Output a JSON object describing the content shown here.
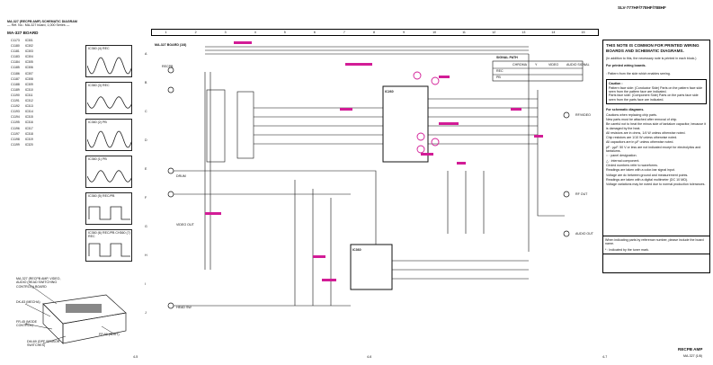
{
  "header": {
    "model_title": "SLV-777HF/778HF/788HF"
  },
  "left": {
    "section_title": "MA-327 (RECPB AMP) SCHEMATIC DIAGRAM",
    "subtitle": "— Ref. No.: MA-327 board, 1,000 Series —",
    "board_label": "MA-327 BOARD",
    "refs_col1": [
      "C1173",
      "C1180",
      "C1181",
      "C1183",
      "C1184",
      "C1185",
      "C1186",
      "C1187",
      "C1188",
      "C1189",
      "C1190",
      "C1191",
      "C1192",
      "C1193",
      "C1194",
      "C1195",
      "C1196",
      "C1197",
      "C1198",
      "C1199"
    ],
    "refs_col2": [
      "IC301",
      "IC302",
      "IC303",
      "IC304",
      "IC305",
      "IC306",
      "IC307",
      "IC308",
      "IC309",
      "IC310",
      "IC311",
      "IC312",
      "IC313",
      "IC314",
      "IC315",
      "IC316",
      "IC317",
      "IC318",
      "IC319",
      "IC320"
    ],
    "waveforms": [
      {
        "num": "1",
        "label": "IC360 (4) REC"
      },
      {
        "num": "2",
        "label": "IC360 (3) REC"
      },
      {
        "num": "3",
        "label": "IC360 (2) PB"
      },
      {
        "num": "4",
        "label": "IC360 (1) PB"
      },
      {
        "num": "5",
        "label": "IC360 (5) REC/PB"
      },
      {
        "num": "6",
        "label": "IC360 (6) REC/PB CH360 (7) REC"
      }
    ],
    "board_callouts": [
      "MA-327 (RECPB AMP, VIDEO, AUDIO (HEAD SWITCHING CONTROL)) BOARD",
      "DK-83 (MECHA)",
      "FR-45 (MODE CONTROL)",
      "DM-69 (DPF SENSOR SWITCHES)",
      "FP-99 (SLOT)"
    ],
    "row_letters": [
      "A",
      "B",
      "C",
      "D",
      "E",
      "F",
      "G",
      "H",
      "I",
      "J"
    ],
    "page_left": "4-5"
  },
  "schematic": {
    "board_title": "MA-327 BOARD (1/8)",
    "columns": [
      "1",
      "2",
      "3",
      "4",
      "5",
      "6",
      "7",
      "8",
      "9",
      "10",
      "11",
      "12",
      "13",
      "14",
      "15"
    ],
    "ic_main": "IC260",
    "ic_lower": "IC360",
    "signal_path_title": "SIGNAL PATH",
    "signal_path_cols": [
      "CHROMA",
      "Y",
      "VIDEO",
      "AUDIO SIGNAL"
    ],
    "signal_path_rows": [
      "REC",
      "PB"
    ],
    "connector_labels": [
      "RF/VIDEO",
      "RF OUT",
      "AUDIO OUT",
      "VIDEO OUT",
      "DRUM",
      "HEAD SW",
      "RECPB"
    ],
    "bottom_text": "RECPB AMP",
    "page_center": "4-6"
  },
  "notes": {
    "title": "THIS NOTE IS COMMON FOR PRINTED WIRING BOARDS AND SCHEMATIC DIAGRAMS.",
    "subtitle": "(In addition to this, the necessary note is printed in each block.)",
    "pwb_head": "For printed wiring boards.",
    "pwb_item": ": Pattern from the side which enables seeing.",
    "caution_head": "Caution :",
    "caution_1": "Pattern face side: (Conductor Side) Parts on the pattern face side seen from the pattern face are indicated.",
    "caution_2": "Parts face side: (Component Side) Parts on the parts face side seen from the parts face are indicated.",
    "sch_head": "For schematic diagrams.",
    "sch_items": [
      "Cautions when replacing chip parts.",
      "New parts must be attached after removal of chip.",
      "Be careful not to heat the minus side of tantalum capacitor, because it is damaged by the heat.",
      "All resistors are in ohms, 1/4 W unless otherwise noted.",
      "Chip resistors are 1/10 W unless otherwise noted.",
      "All capacitors are in μF unless otherwise noted.",
      "pF : μμF. 50 V or less are not indicated except for electrolytics and tantalums.",
      "∷ : panel designation.",
      "△ : internal component.",
      "Circled numbers refer to waveforms.",
      "Readings are taken with a color-bar signal input.",
      "Voltage are dc between ground and measurement points.",
      "Readings are taken with a digital multimeter (DC 10 MΩ).",
      "Voltage variations may be noted due to normal production tolerances."
    ],
    "footer_1": "When indicating parts by reference number, please include the board name.",
    "footer_2": "* : Indicated by the tuner mark."
  },
  "footer_right": {
    "title": "RECPB AMP",
    "sub": "MA-327 (1/8)",
    "page_right": "4-7"
  }
}
